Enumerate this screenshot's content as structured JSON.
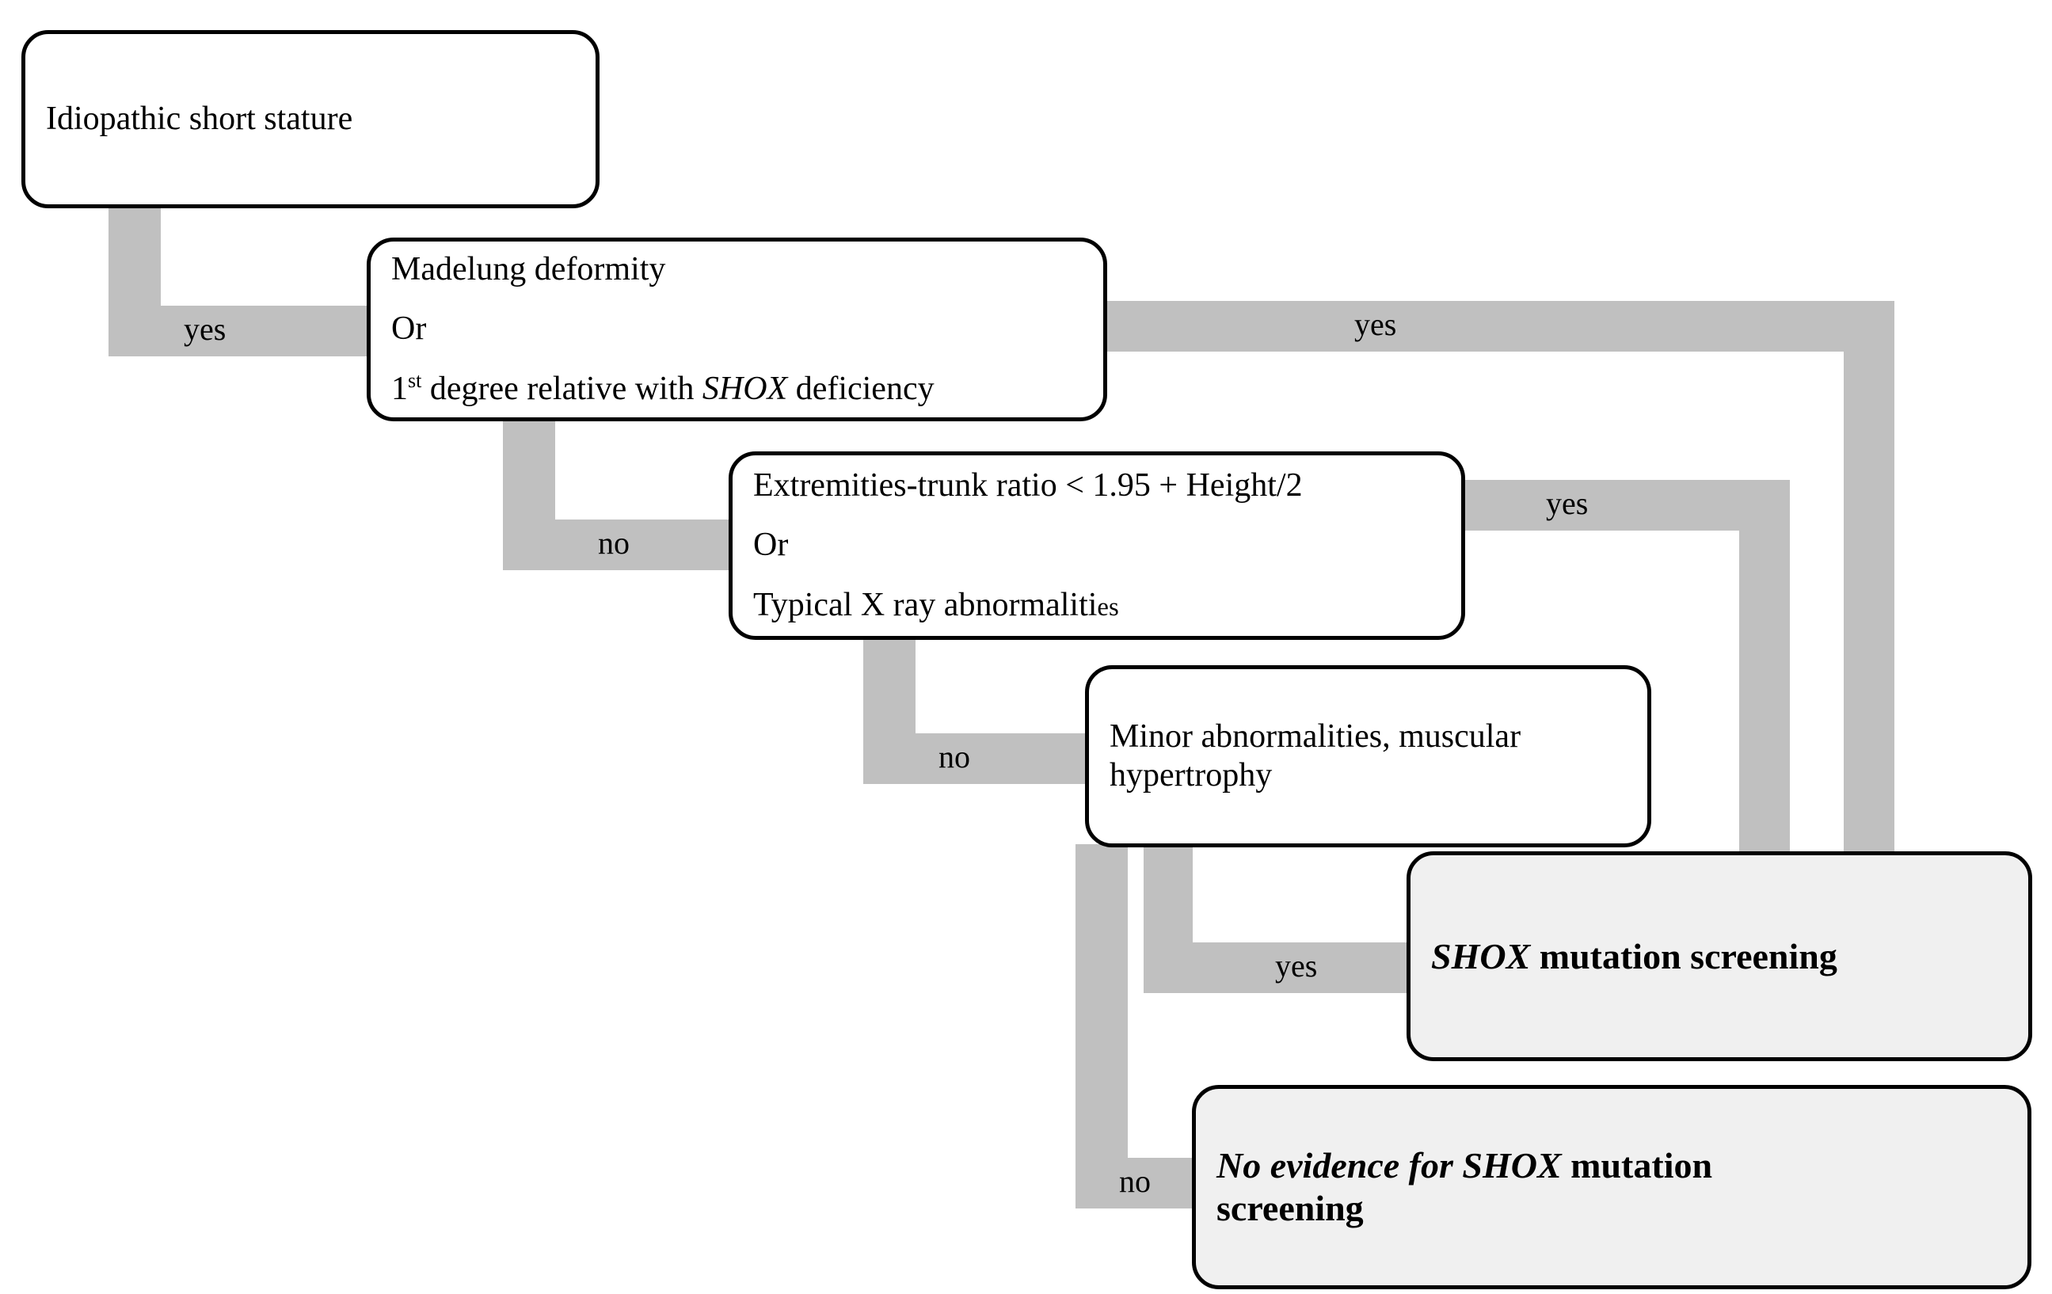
{
  "diagram": {
    "title": "SHOX deficiency diagnostic score flowchart",
    "colors": {
      "connector": "#c0c0c0",
      "box_border": "#000000",
      "box_fill": "#ffffff",
      "terminal_fill": "#f0f0f0",
      "text": "#000000"
    }
  },
  "nodes": [
    {
      "id": "idiopathic-short-stature",
      "kind": "decision",
      "lines": [
        "Idiopathic short stature"
      ]
    },
    {
      "id": "madelung-or-relative",
      "kind": "decision",
      "lines": [
        "Madelung deformity",
        "Or",
        "1st degree relative with SHOX deficiency"
      ],
      "line1": "Madelung deformity",
      "line2": "Or",
      "line3_pre": "1",
      "line3_ord": "st",
      "line3_mid": " degree relative with ",
      "line3_em": "SHOX",
      "line3_post": " deficiency"
    },
    {
      "id": "extremities-trunk-ratio",
      "kind": "decision",
      "lines": [
        "Extremities-trunk ratio  < 1.95 + Height/2",
        "Or",
        "Typical X ray abnormalities"
      ],
      "line1": "Extremities-trunk ratio  < 1.95 + Height/2",
      "line2": "Or",
      "line3_main": "Typical X ray abnormaliti",
      "line3_tail": "es"
    },
    {
      "id": "minor-abnormalities",
      "kind": "decision",
      "lines": [
        "Minor abnormalities, muscular",
        "hypertrophy"
      ],
      "line1": "Minor abnormalities, muscular",
      "line2": "hypertrophy"
    },
    {
      "id": "shox-mutation-screening",
      "kind": "terminal",
      "lines": [
        "SHOX mutation screening"
      ],
      "em": "SHOX",
      "rest": " mutation screening"
    },
    {
      "id": "no-evidence-screening",
      "kind": "terminal",
      "lines": [
        "No evidence for SHOX mutation",
        "screening"
      ],
      "em": "No evidence for SHOX",
      "rest": " mutation",
      "line2": "screening"
    }
  ],
  "connectors": [
    {
      "id": "iss-to-madelung",
      "from": "idiopathic-short-stature",
      "to": "madelung-or-relative",
      "label": "yes"
    },
    {
      "id": "madelung-yes-to-screening",
      "from": "madelung-or-relative",
      "to": "shox-mutation-screening",
      "label": "yes"
    },
    {
      "id": "madelung-no-to-extremities",
      "from": "madelung-or-relative",
      "to": "extremities-trunk-ratio",
      "label": "no"
    },
    {
      "id": "extremities-yes-to-screening",
      "from": "extremities-trunk-ratio",
      "to": "shox-mutation-screening",
      "label": "yes"
    },
    {
      "id": "extremities-no-to-minor",
      "from": "extremities-trunk-ratio",
      "to": "minor-abnormalities",
      "label": "no"
    },
    {
      "id": "minor-yes-to-screening",
      "from": "minor-abnormalities",
      "to": "shox-mutation-screening",
      "label": "yes"
    },
    {
      "id": "minor-no-to-no-evidence",
      "from": "minor-abnormalities",
      "to": "no-evidence-screening",
      "label": "no"
    }
  ],
  "labels": {
    "yes": "yes",
    "no": "no"
  }
}
